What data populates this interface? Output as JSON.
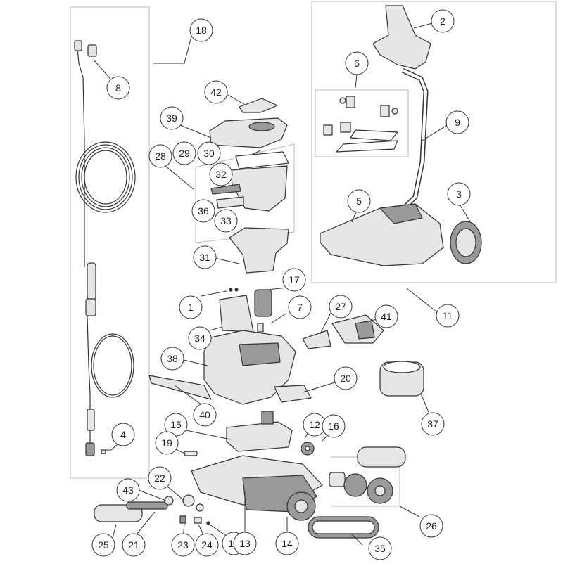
{
  "callouts": [
    {
      "id": "1",
      "label": "1"
    },
    {
      "id": "2",
      "label": "2"
    },
    {
      "id": "3",
      "label": "3"
    },
    {
      "id": "4",
      "label": "4"
    },
    {
      "id": "5",
      "label": "5"
    },
    {
      "id": "6",
      "label": "6"
    },
    {
      "id": "7",
      "label": "7"
    },
    {
      "id": "8",
      "label": "8"
    },
    {
      "id": "9",
      "label": "9"
    },
    {
      "id": "10",
      "label": "10"
    },
    {
      "id": "11",
      "label": "11"
    },
    {
      "id": "12",
      "label": "12"
    },
    {
      "id": "13",
      "label": "13"
    },
    {
      "id": "14",
      "label": "14"
    },
    {
      "id": "15",
      "label": "15"
    },
    {
      "id": "16",
      "label": "16"
    },
    {
      "id": "17",
      "label": "17"
    },
    {
      "id": "18",
      "label": "18"
    },
    {
      "id": "19",
      "label": "19"
    },
    {
      "id": "20",
      "label": "20"
    },
    {
      "id": "21",
      "label": "21"
    },
    {
      "id": "22",
      "label": "22"
    },
    {
      "id": "23",
      "label": "23"
    },
    {
      "id": "24",
      "label": "24"
    },
    {
      "id": "25",
      "label": "25"
    },
    {
      "id": "26",
      "label": "26"
    },
    {
      "id": "27",
      "label": "27"
    },
    {
      "id": "28",
      "label": "28"
    },
    {
      "id": "29",
      "label": "29"
    },
    {
      "id": "30",
      "label": "30"
    },
    {
      "id": "31",
      "label": "31"
    },
    {
      "id": "32",
      "label": "32"
    },
    {
      "id": "33",
      "label": "33"
    },
    {
      "id": "34",
      "label": "34"
    },
    {
      "id": "35",
      "label": "35"
    },
    {
      "id": "36",
      "label": "36"
    },
    {
      "id": "37",
      "label": "37"
    },
    {
      "id": "38",
      "label": "38"
    },
    {
      "id": "39",
      "label": "39"
    },
    {
      "id": "40",
      "label": "40"
    },
    {
      "id": "41",
      "label": "41"
    },
    {
      "id": "42",
      "label": "42"
    },
    {
      "id": "43",
      "label": "43"
    }
  ],
  "colors": {
    "line": "#333333",
    "part_fill": "#e6e6e6",
    "part_dark": "#9a9a9a",
    "box": "#bbbbbb"
  }
}
